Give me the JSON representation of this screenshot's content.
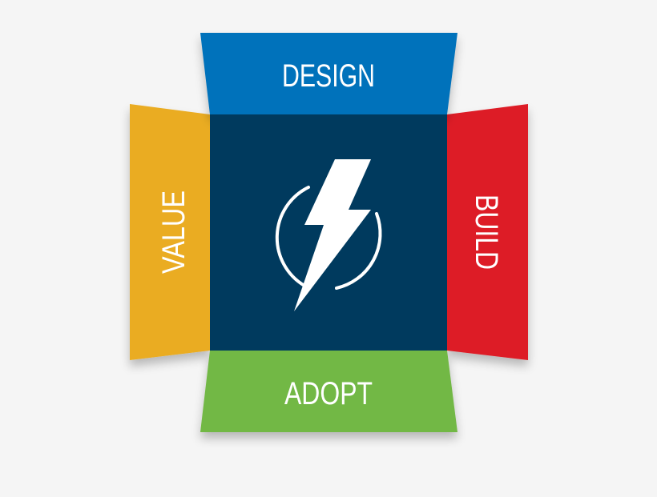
{
  "diagram": {
    "center_icon": "lightning-bolt-icon",
    "panels": {
      "top": {
        "label": "DESIGN",
        "color": "#0472bb"
      },
      "right": {
        "label": "BUILD",
        "color": "#dd1e26"
      },
      "bottom": {
        "label": "ADOPT",
        "color": "#72b844"
      },
      "left": {
        "label": "VALUE",
        "color": "#eaac21"
      }
    },
    "center": {
      "color": "#003a5e"
    },
    "background": "#f5f5f5"
  }
}
